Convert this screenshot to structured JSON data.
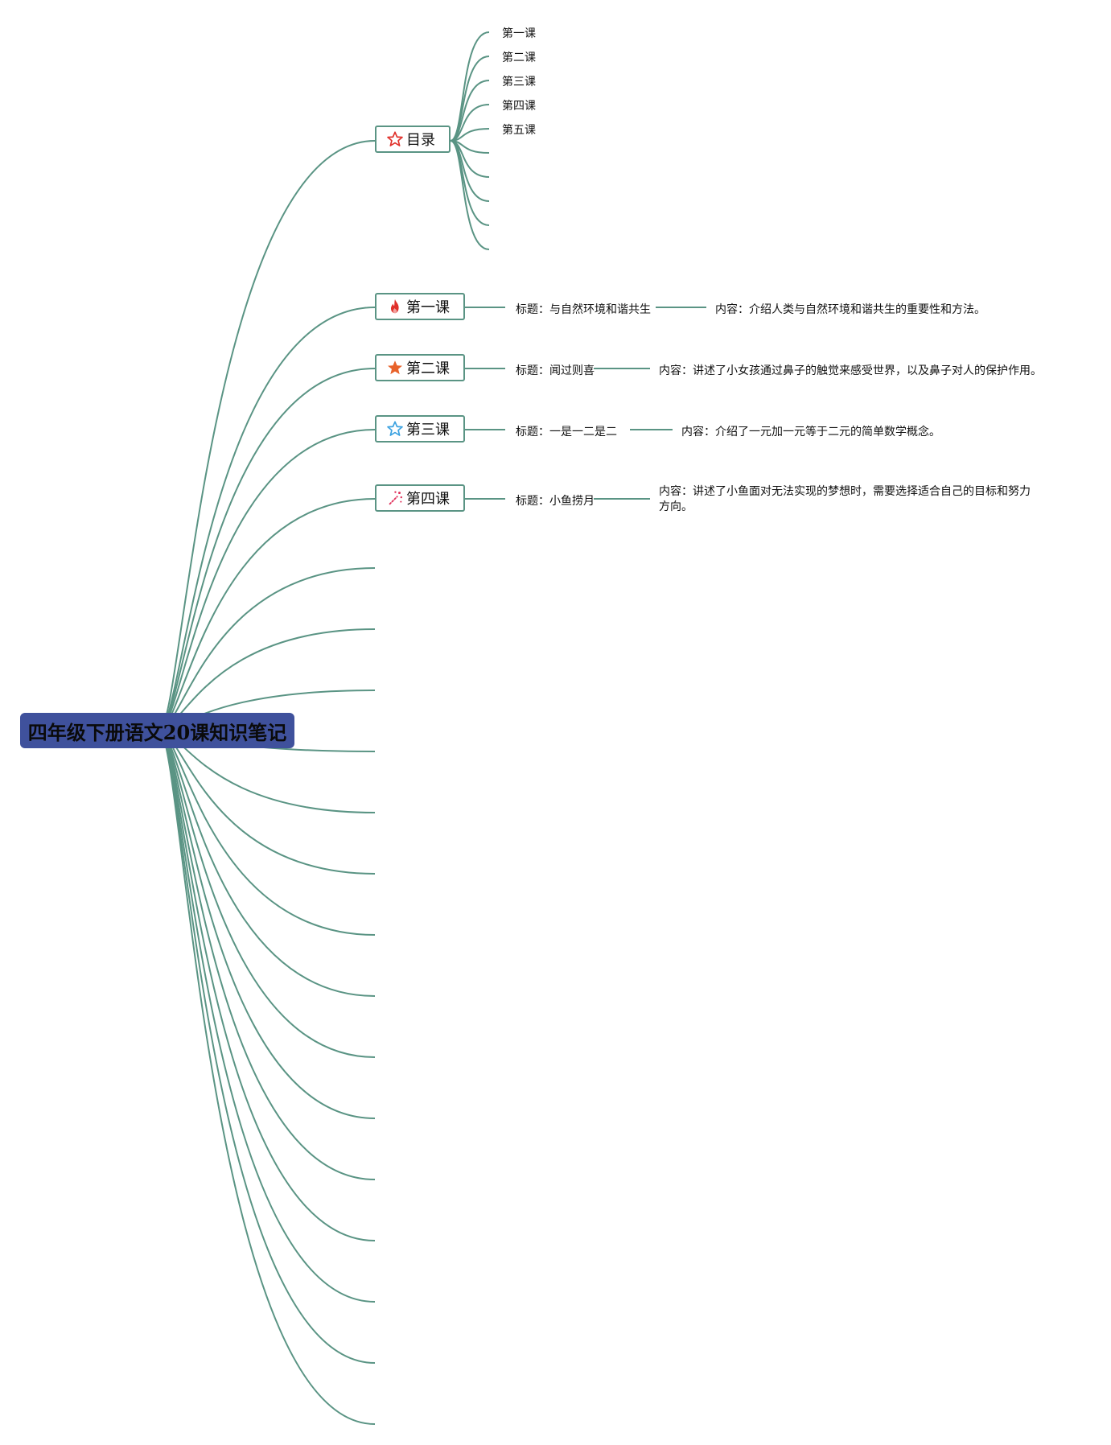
{
  "root": {
    "title": "四年级下册语文20课知识笔记"
  },
  "toc": {
    "title": "目录",
    "icon": "star-outline-icon",
    "items": [
      "第一课",
      "第二课",
      "第三课",
      "第四课",
      "第五课",
      "",
      "",
      "",
      "",
      ""
    ]
  },
  "lessons": [
    {
      "name": "第一课",
      "icon": "fire-icon",
      "title_text": "标题：与自然环境和谐共生",
      "content_text": "内容：介绍人类与自然环境和谐共生的重要性和方法。"
    },
    {
      "name": "第二课",
      "icon": "orange-star-icon",
      "title_text": "标题：闻过则喜",
      "content_text": "内容：讲述了小女孩通过鼻子的触觉来感受世界，以及鼻子对人的保护作用。"
    },
    {
      "name": "第三课",
      "icon": "blue-star-outline-icon",
      "title_text": "标题：一是一二是二",
      "content_text": "内容：介绍了一元加一元等于二元的简单数学概念。"
    },
    {
      "name": "第四课",
      "icon": "magic-wand-icon",
      "title_text": "标题：小鱼捞月",
      "content_text": "内容：讲述了小鱼面对无法实现的梦想时，需要选择适合自己的目标和努力方向。"
    }
  ],
  "empty_branch_count": 15,
  "colors": {
    "line": "#5a9484",
    "root_bg": "#3f519c",
    "fire": "#e0302a",
    "orange_star": "#e8622a",
    "blue_star": "#3aa1e0",
    "wand": "#e0305a"
  }
}
